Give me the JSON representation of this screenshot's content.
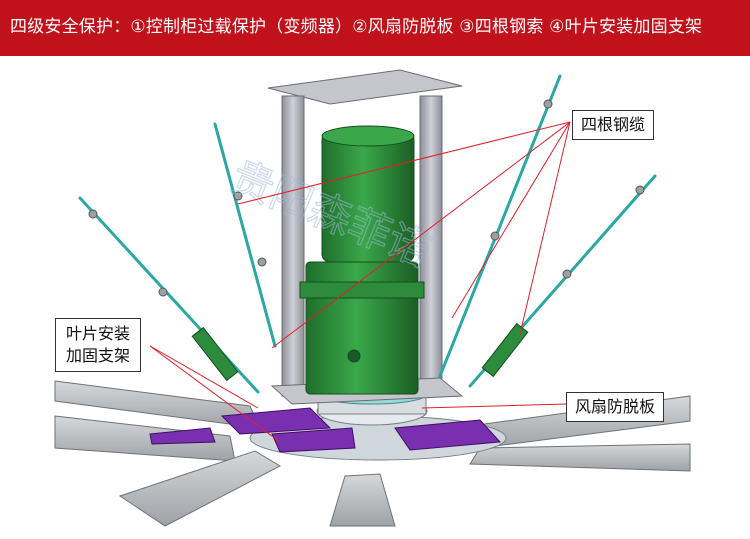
{
  "banner": {
    "title": "四级安全保护：①控制柜过载保护（变频器）②风扇防脱板 ③四根钢索 ④叶片安装加固支架",
    "color": "#c1121b"
  },
  "watermark": "贵阳森菲诺",
  "callouts": {
    "cables": "四根钢缆",
    "blade_bracket_line1": "叶片安装",
    "blade_bracket_line2": "加固支架",
    "anti_drop": "风扇防脱板"
  },
  "colors": {
    "motor": "#2f8f3c",
    "frame": "#b8b8c2",
    "cable": "#2aa8a4",
    "bracket": "#7a2fb0",
    "leader": "#e0202a"
  }
}
